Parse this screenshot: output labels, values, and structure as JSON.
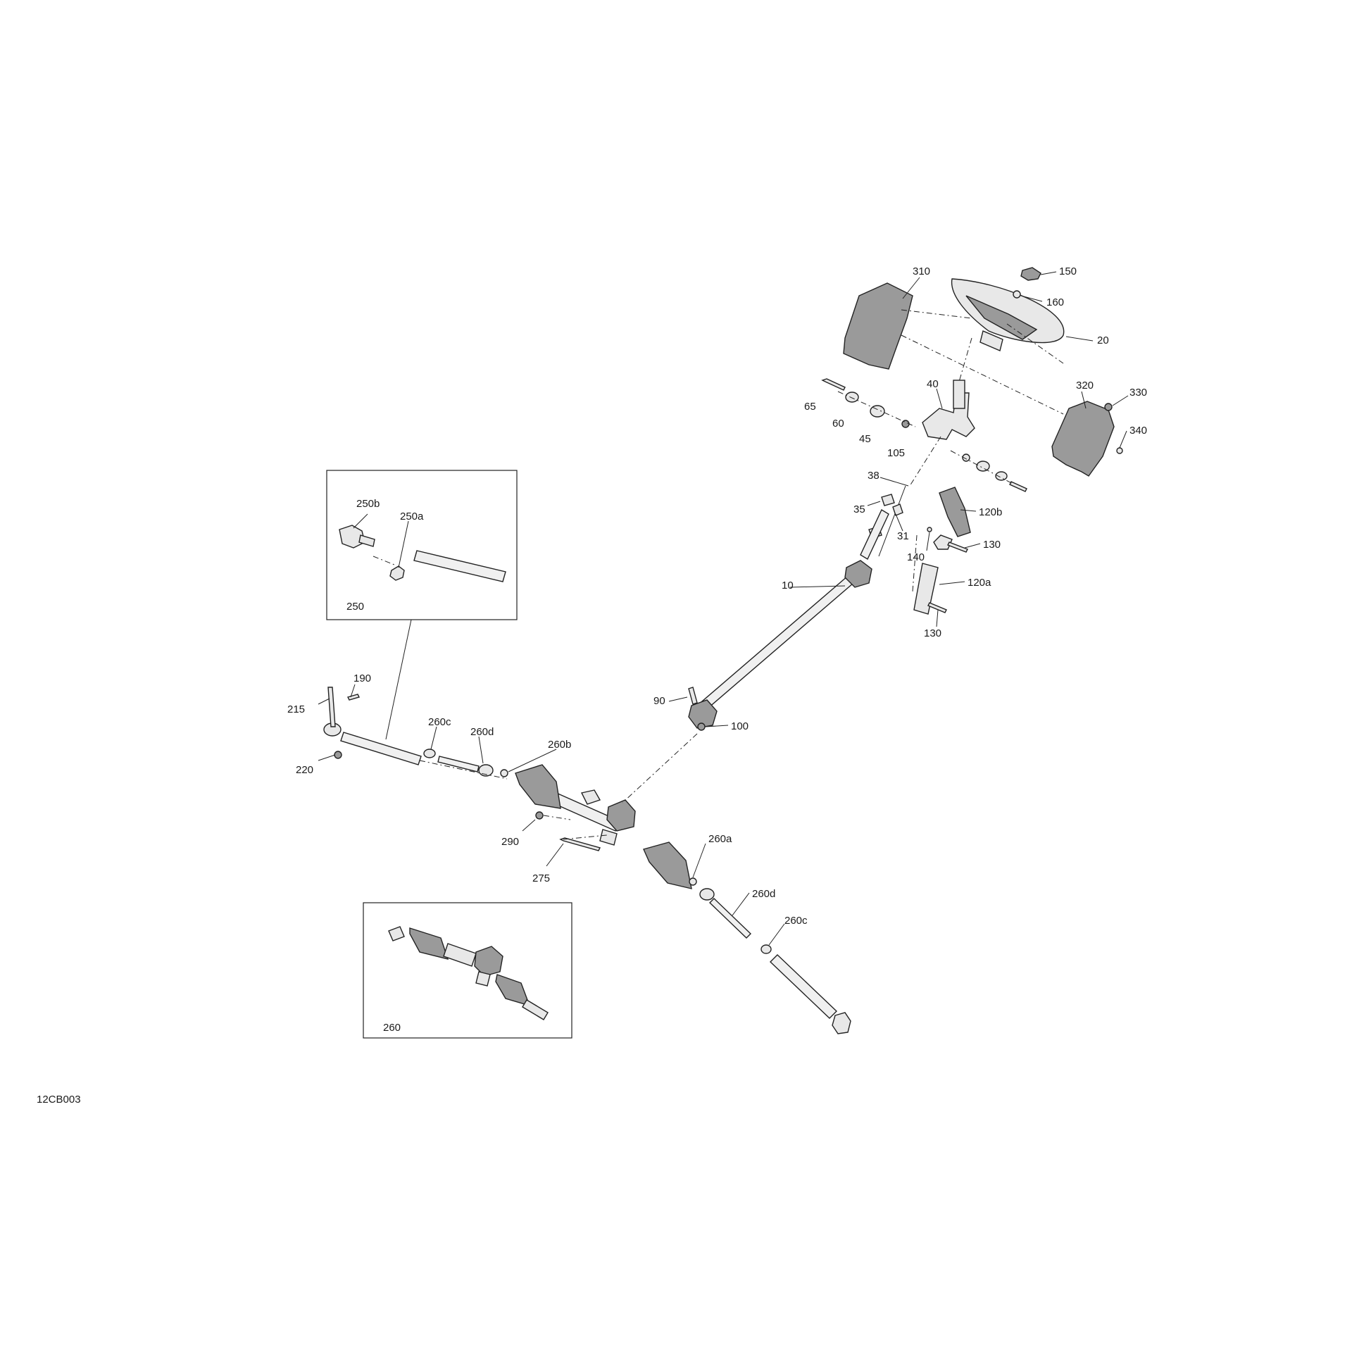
{
  "diagram_code": "12CB003",
  "labels": {
    "p10": "10",
    "p20": "20",
    "p31": "31",
    "p35": "35",
    "p38": "38",
    "p40": "40",
    "p45": "45",
    "p60": "60",
    "p65": "65",
    "p90": "90",
    "p100": "100",
    "p105": "105",
    "p120a": "120a",
    "p120b": "120b",
    "p130a": "130",
    "p130b": "130",
    "p140": "140",
    "p150": "150",
    "p160": "160",
    "p190": "190",
    "p215": "215",
    "p220": "220",
    "p250": "250",
    "p250a": "250a",
    "p250b": "250b",
    "p260": "260",
    "p260a": "260a",
    "p260b": "260b",
    "p260c_left": "260c",
    "p260c_right": "260c",
    "p260d_left": "260d",
    "p260d_right": "260d",
    "p275": "275",
    "p290": "290",
    "p310": "310",
    "p320": "320",
    "p330": "330",
    "p340": "340"
  }
}
